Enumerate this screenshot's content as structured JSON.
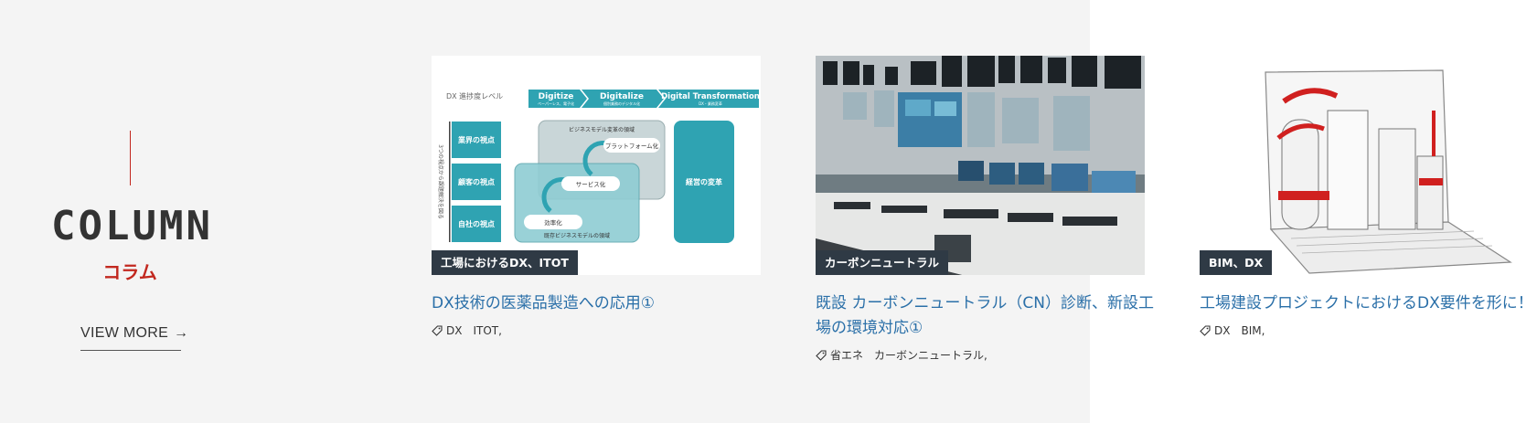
{
  "section": {
    "title_en": "COLUMN",
    "title_ja": "コラム",
    "view_more": "VIEW MORE"
  },
  "cards": [
    {
      "badge": "工場におけるDX、ITOT",
      "title": "DX技術の医薬品製造への応用①",
      "tags": "DX　ITOT,",
      "diagram": {
        "level_label": "DX 進捗度レベル",
        "stage1": "Digitize",
        "stage1_sub": "ペーパーレス、電子化",
        "stage2": "Digitalize",
        "stage2_sub": "個別業務のデジタル化",
        "stage3": "Digital Transformation",
        "stage3_sub": "DX・業務変革",
        "side_label": "3つの視点から課題解決を図る",
        "view1": "業界の視点",
        "view2": "顧客の視点",
        "view3": "自社の視点",
        "area_top": "ビジネスモデル変革の領域",
        "area_bottom": "既存ビジネスモデルの領域",
        "pill1": "プラットフォーム化",
        "pill2": "サービス化",
        "pill3": "効率化",
        "right_box": "経営の変革"
      }
    },
    {
      "badge": "カーボンニュートラル",
      "title": "既設 カーボンニュートラル（CN）診断、新設工場の環境対応①",
      "tags": "省エネ　カーボンニュートラル,"
    },
    {
      "badge": "BIM、DX",
      "title": "工場建設プロジェクトにおけるDX要件を形に！",
      "tags": "DX　BIM,"
    }
  ],
  "colors": {
    "accent_red": "#c2281f",
    "link_blue": "#2a6fa8",
    "badge_bg": "#2f3a45",
    "teal": "#2fa3b2"
  }
}
